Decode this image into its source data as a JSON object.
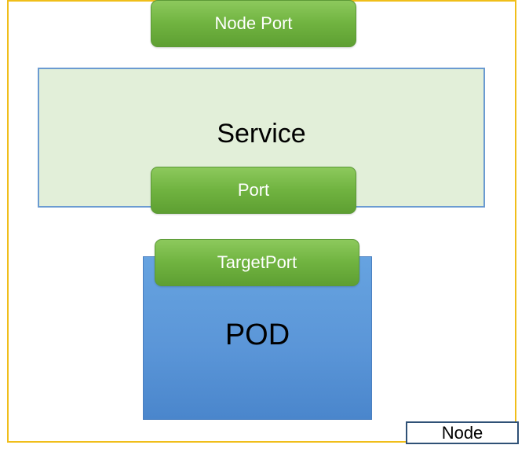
{
  "diagram": {
    "node": {
      "label": "Node"
    },
    "service": {
      "label": "Service"
    },
    "pod": {
      "label": "POD"
    },
    "ports": {
      "node_port": "Node Port",
      "port": "Port",
      "target_port": "TargetPort"
    }
  },
  "colors": {
    "node_border": "#f0be1a",
    "service_fill": "#e2efd9",
    "service_border": "#6b9bd1",
    "pod_fill": "#5b96d8",
    "port_fill": "#70b340",
    "port_text": "#ffffff"
  }
}
